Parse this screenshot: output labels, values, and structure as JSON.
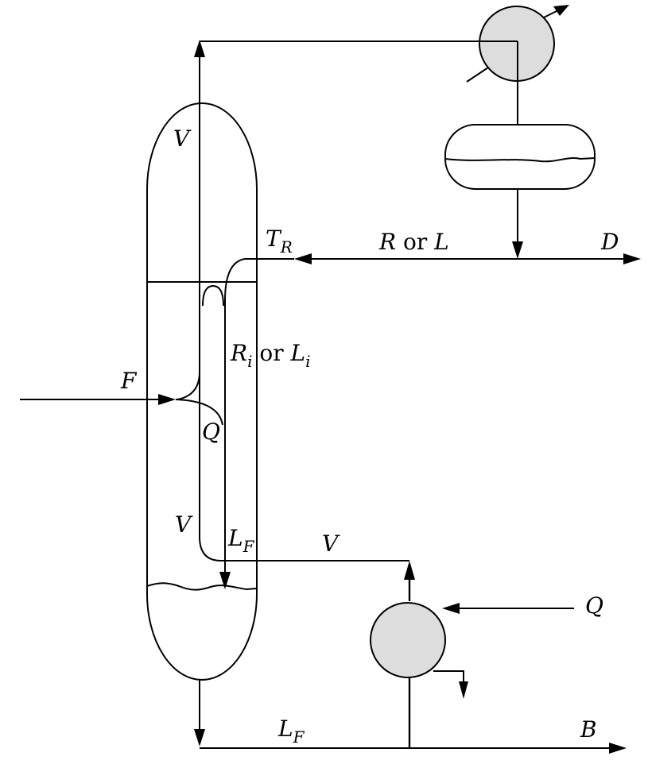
{
  "colors": {
    "line": "#000000",
    "exchanger_fill": "#dddddd",
    "background": "#ffffff"
  },
  "labels": {
    "vapor_top": "V",
    "vapor_bottom": "V",
    "vapor_reboiler": "V",
    "feed": "F",
    "feed_heat": "Q",
    "reboiler_heat": "Q",
    "reflux_temp_symbol": "T",
    "reflux_temp_sub": "R",
    "reflux_R": "R",
    "reflux_or": " or ",
    "reflux_L": "L",
    "distillate": "D",
    "internal_R": "R",
    "internal_R_sub": "i",
    "internal_or": " or ",
    "internal_L": "L",
    "internal_L_sub": "i",
    "liquid_feed_symbol": "L",
    "liquid_feed_sub": "F",
    "bottoms_liquid_symbol": "L",
    "bottoms_liquid_sub": "F",
    "bottoms": "B"
  }
}
